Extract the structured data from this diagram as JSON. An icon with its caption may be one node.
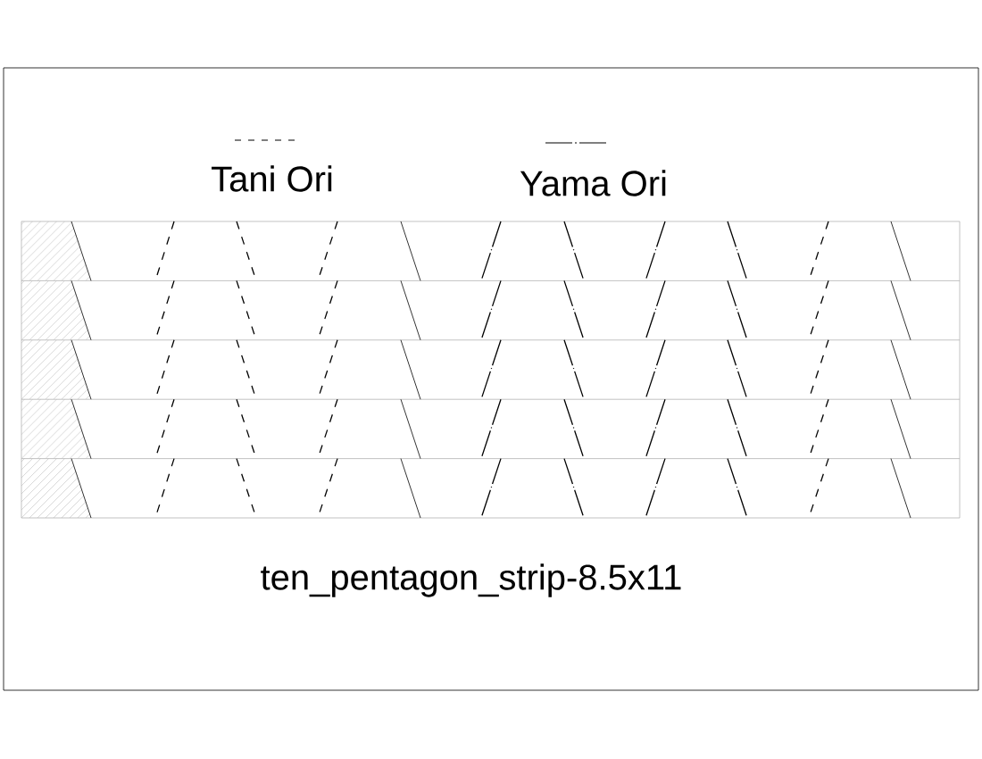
{
  "diagram": {
    "caption": "ten_pentagon_strip-8.5x11",
    "legend": [
      {
        "text": "Tani Ori"
      },
      {
        "text": "Yama Ori"
      }
    ]
  }
}
